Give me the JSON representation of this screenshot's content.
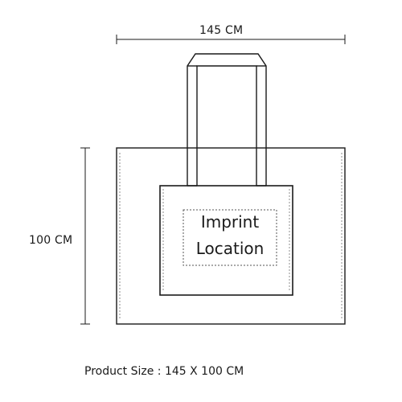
{
  "dimensions": {
    "width_label": "145 CM",
    "height_label": "100 CM"
  },
  "imprint": {
    "line1": "Imprint",
    "line2": "Location"
  },
  "caption": {
    "product_size": "Product Size : 145 X 100 CM"
  },
  "colors": {
    "outline": "#1a1a1a",
    "stitching": "#8c8c8c",
    "background": "#ffffff"
  }
}
